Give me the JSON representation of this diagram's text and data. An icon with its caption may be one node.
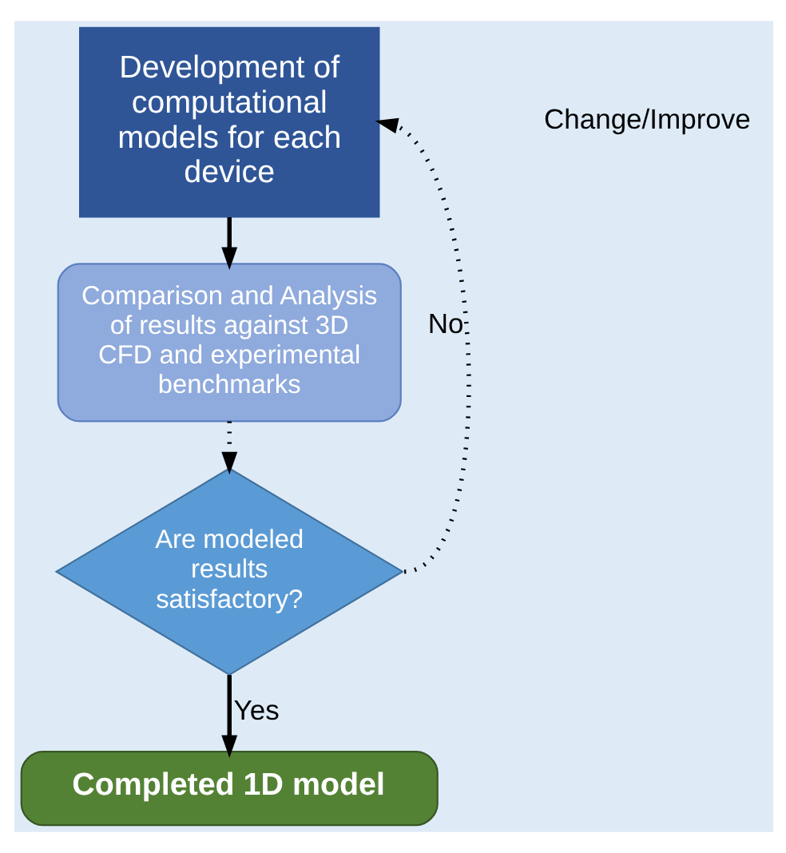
{
  "diagram": {
    "nodes": [
      {
        "text": [
          "Development of computational models for each device"
        ]
      },
      {
        "text": [
          "Comparison and Analysis of results against 3D CFD and experimental benchmarks"
        ]
      },
      {
        "text": [
          "Are modeled results satisfactory?"
        ]
      },
      {
        "text": [
          "Completed 1D model"
        ]
      }
    ],
    "edges": [
      {
        "from": 0,
        "to": 1,
        "arrow": "to"
      },
      {
        "from": 1,
        "to": 2,
        "arrow": "to",
        "style": "dashed"
      },
      {
        "from": 2,
        "to": 3,
        "arrow": "to",
        "label": "Yes"
      },
      {
        "from": 2,
        "to": 0,
        "arrow": "to",
        "label": "No",
        "style": "dashed"
      }
    ],
    "labels": [
      "Change/Improve"
    ]
  }
}
